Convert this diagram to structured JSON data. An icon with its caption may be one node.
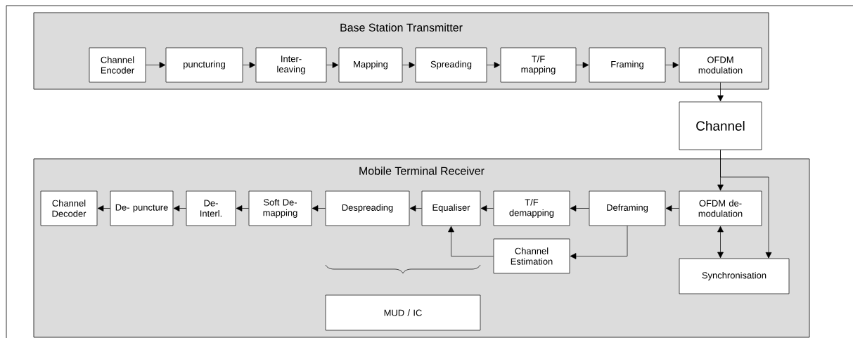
{
  "diagram": {
    "nodes": [
      {
        "text": [
          "Base Station Transmitter"
        ]
      },
      {
        "text": [
          "Channel Encoder"
        ],
        "in": 0
      },
      {
        "text": [
          "puncturing"
        ],
        "in": 0
      },
      {
        "text": [
          "Inter- leaving"
        ],
        "in": 0
      },
      {
        "text": [
          "Mapping"
        ],
        "in": 0
      },
      {
        "text": [
          "Spreading"
        ],
        "in": 0
      },
      {
        "text": [
          "T/F mapping"
        ],
        "in": 0
      },
      {
        "text": [
          "Framing"
        ],
        "in": 0
      },
      {
        "text": [
          "OFDM modulation"
        ],
        "in": 0
      },
      {
        "text": [
          "Channel"
        ]
      },
      {
        "text": [
          "Mobile Terminal Receiver"
        ]
      },
      {
        "text": [
          "Channel Decoder"
        ],
        "in": 10
      },
      {
        "text": [
          "De- puncture"
        ],
        "in": 10
      },
      {
        "text": [
          "De- Interl."
        ],
        "in": 10
      },
      {
        "text": [
          "Soft De- mapping"
        ],
        "in": 10
      },
      {
        "text": [
          "Despreading"
        ],
        "in": 10
      },
      {
        "text": [
          "Equaliser"
        ],
        "in": 10
      },
      {
        "text": [
          "T/F demapping"
        ],
        "in": 10
      },
      {
        "text": [
          "Deframing"
        ],
        "in": 10
      },
      {
        "text": [
          "OFDM de- modulation"
        ],
        "in": 10
      },
      {
        "text": [
          "Channel Estimation"
        ],
        "in": 10
      },
      {
        "text": [
          "Synchronisation"
        ],
        "in": 10
      },
      {
        "text": [
          "MUD / IC"
        ],
        "in": 10
      }
    ],
    "edges": [
      {
        "from": 1,
        "to": 2,
        "arrow": "to"
      },
      {
        "from": 2,
        "to": 3,
        "arrow": "to"
      },
      {
        "from": 3,
        "to": 4,
        "arrow": "to"
      },
      {
        "from": 4,
        "to": 5,
        "arrow": "to"
      },
      {
        "from": 5,
        "to": 6,
        "arrow": "to"
      },
      {
        "from": 6,
        "to": 7,
        "arrow": "to"
      },
      {
        "from": 7,
        "to": 8,
        "arrow": "to"
      },
      {
        "from": 8,
        "to": 9,
        "arrow": "to"
      },
      {
        "from": 9,
        "to": 19,
        "arrow": "to"
      },
      {
        "from": 9,
        "to": 21,
        "arrow": "to"
      },
      {
        "from": 19,
        "to": 18,
        "arrow": "to"
      },
      {
        "from": 18,
        "to": 17,
        "arrow": "to"
      },
      {
        "from": 17,
        "to": 16,
        "arrow": "to"
      },
      {
        "from": 16,
        "to": 15,
        "arrow": "to"
      },
      {
        "from": 15,
        "to": 14,
        "arrow": "to"
      },
      {
        "from": 14,
        "to": 13,
        "arrow": "to"
      },
      {
        "from": 13,
        "to": 12,
        "arrow": "to"
      },
      {
        "from": 12,
        "to": 11,
        "arrow": "to"
      },
      {
        "from": 18,
        "to": 20,
        "arrow": "to"
      },
      {
        "from": 20,
        "to": 16,
        "arrow": "to"
      },
      {
        "from": 19,
        "to": 21,
        "arrow": "both"
      }
    ]
  }
}
